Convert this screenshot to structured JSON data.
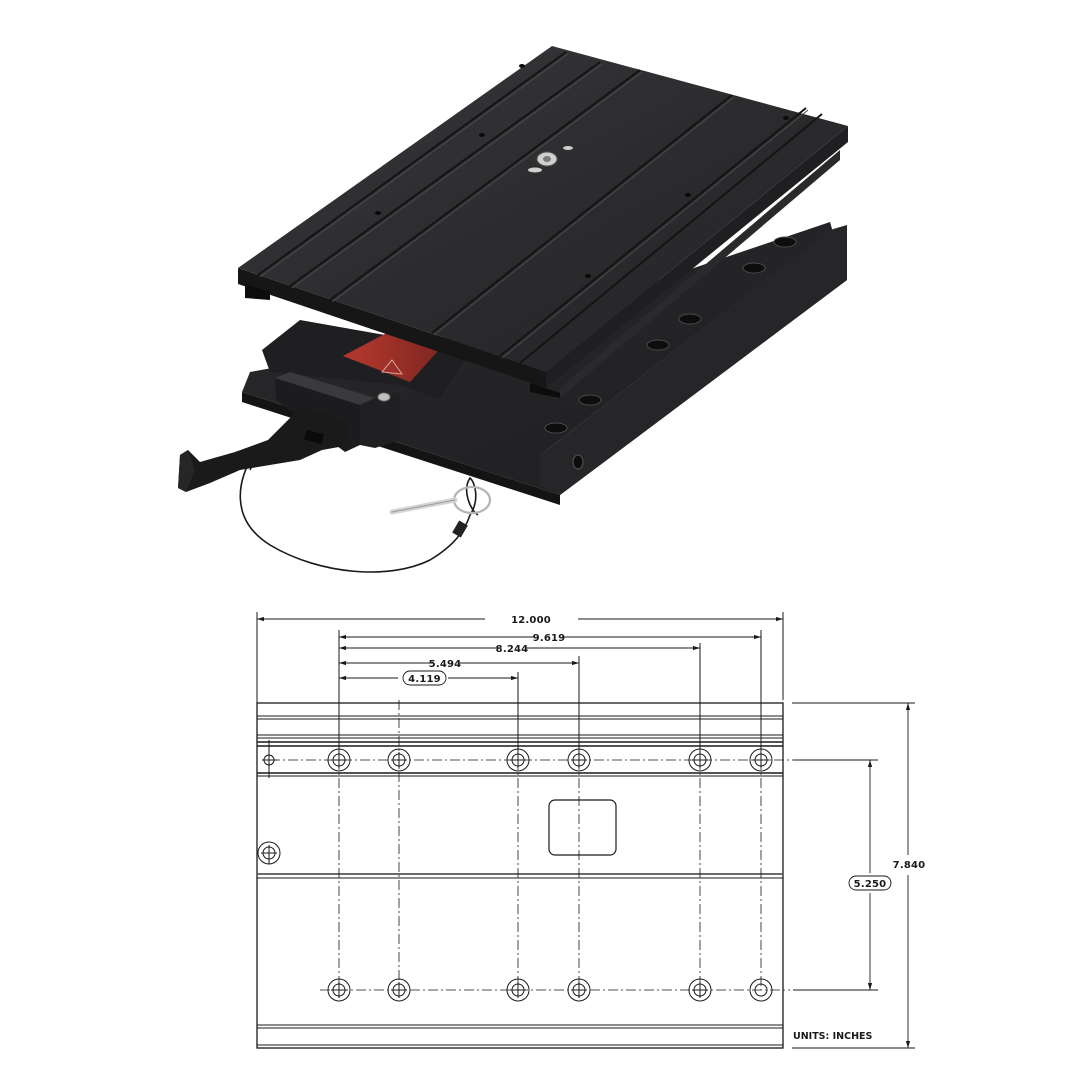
{
  "product_photo": {
    "description": "Black anodized aluminum sliding mount plate with quick-release latch and tethered pin",
    "colors": {
      "body": "#2b2b2d",
      "body_dark": "#1b1b1c",
      "body_light": "#3d3d40",
      "label_red": "#a8322a",
      "pin_steel": "#c9c9c9"
    }
  },
  "drawing": {
    "units_label": "UNITS: INCHES",
    "dimensions": {
      "overall_length": "12.000",
      "hole_span_5": "9.619",
      "hole_span_4": "8.244",
      "hole_span_3": "5.494",
      "hole_span_2": "4.119",
      "overall_width": "7.840",
      "hole_row_spacing": "5.250"
    },
    "line_color": "#1a1a1a"
  }
}
